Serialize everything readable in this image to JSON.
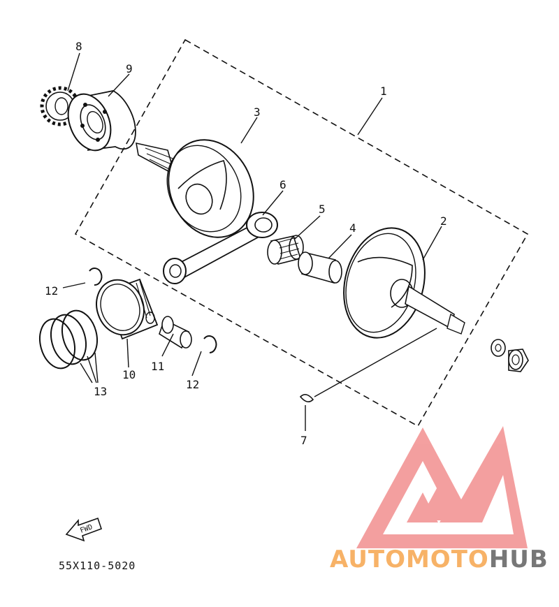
{
  "diagram": {
    "callouts": [
      {
        "id": "1",
        "label": "1"
      },
      {
        "id": "2",
        "label": "2"
      },
      {
        "id": "3",
        "label": "3"
      },
      {
        "id": "4",
        "label": "4"
      },
      {
        "id": "5",
        "label": "5"
      },
      {
        "id": "6",
        "label": "6"
      },
      {
        "id": "7",
        "label": "7"
      },
      {
        "id": "8",
        "label": "8"
      },
      {
        "id": "9",
        "label": "9"
      },
      {
        "id": "10",
        "label": "10"
      },
      {
        "id": "11",
        "label": "11"
      },
      {
        "id": "12a",
        "label": "12"
      },
      {
        "id": "12b",
        "label": "12"
      },
      {
        "id": "13",
        "label": "13"
      }
    ],
    "fwd_label": "FWD",
    "part_code": "55X110-5020"
  },
  "watermark": {
    "brand_part1": "AUTOMOTO",
    "brand_part2": "HUB",
    "colors": {
      "logo": "#f08080",
      "auto": "#f7b267",
      "hub": "#777777"
    }
  },
  "icons": [
    "fwd-arrow-icon",
    "brand-logo-icon"
  ]
}
